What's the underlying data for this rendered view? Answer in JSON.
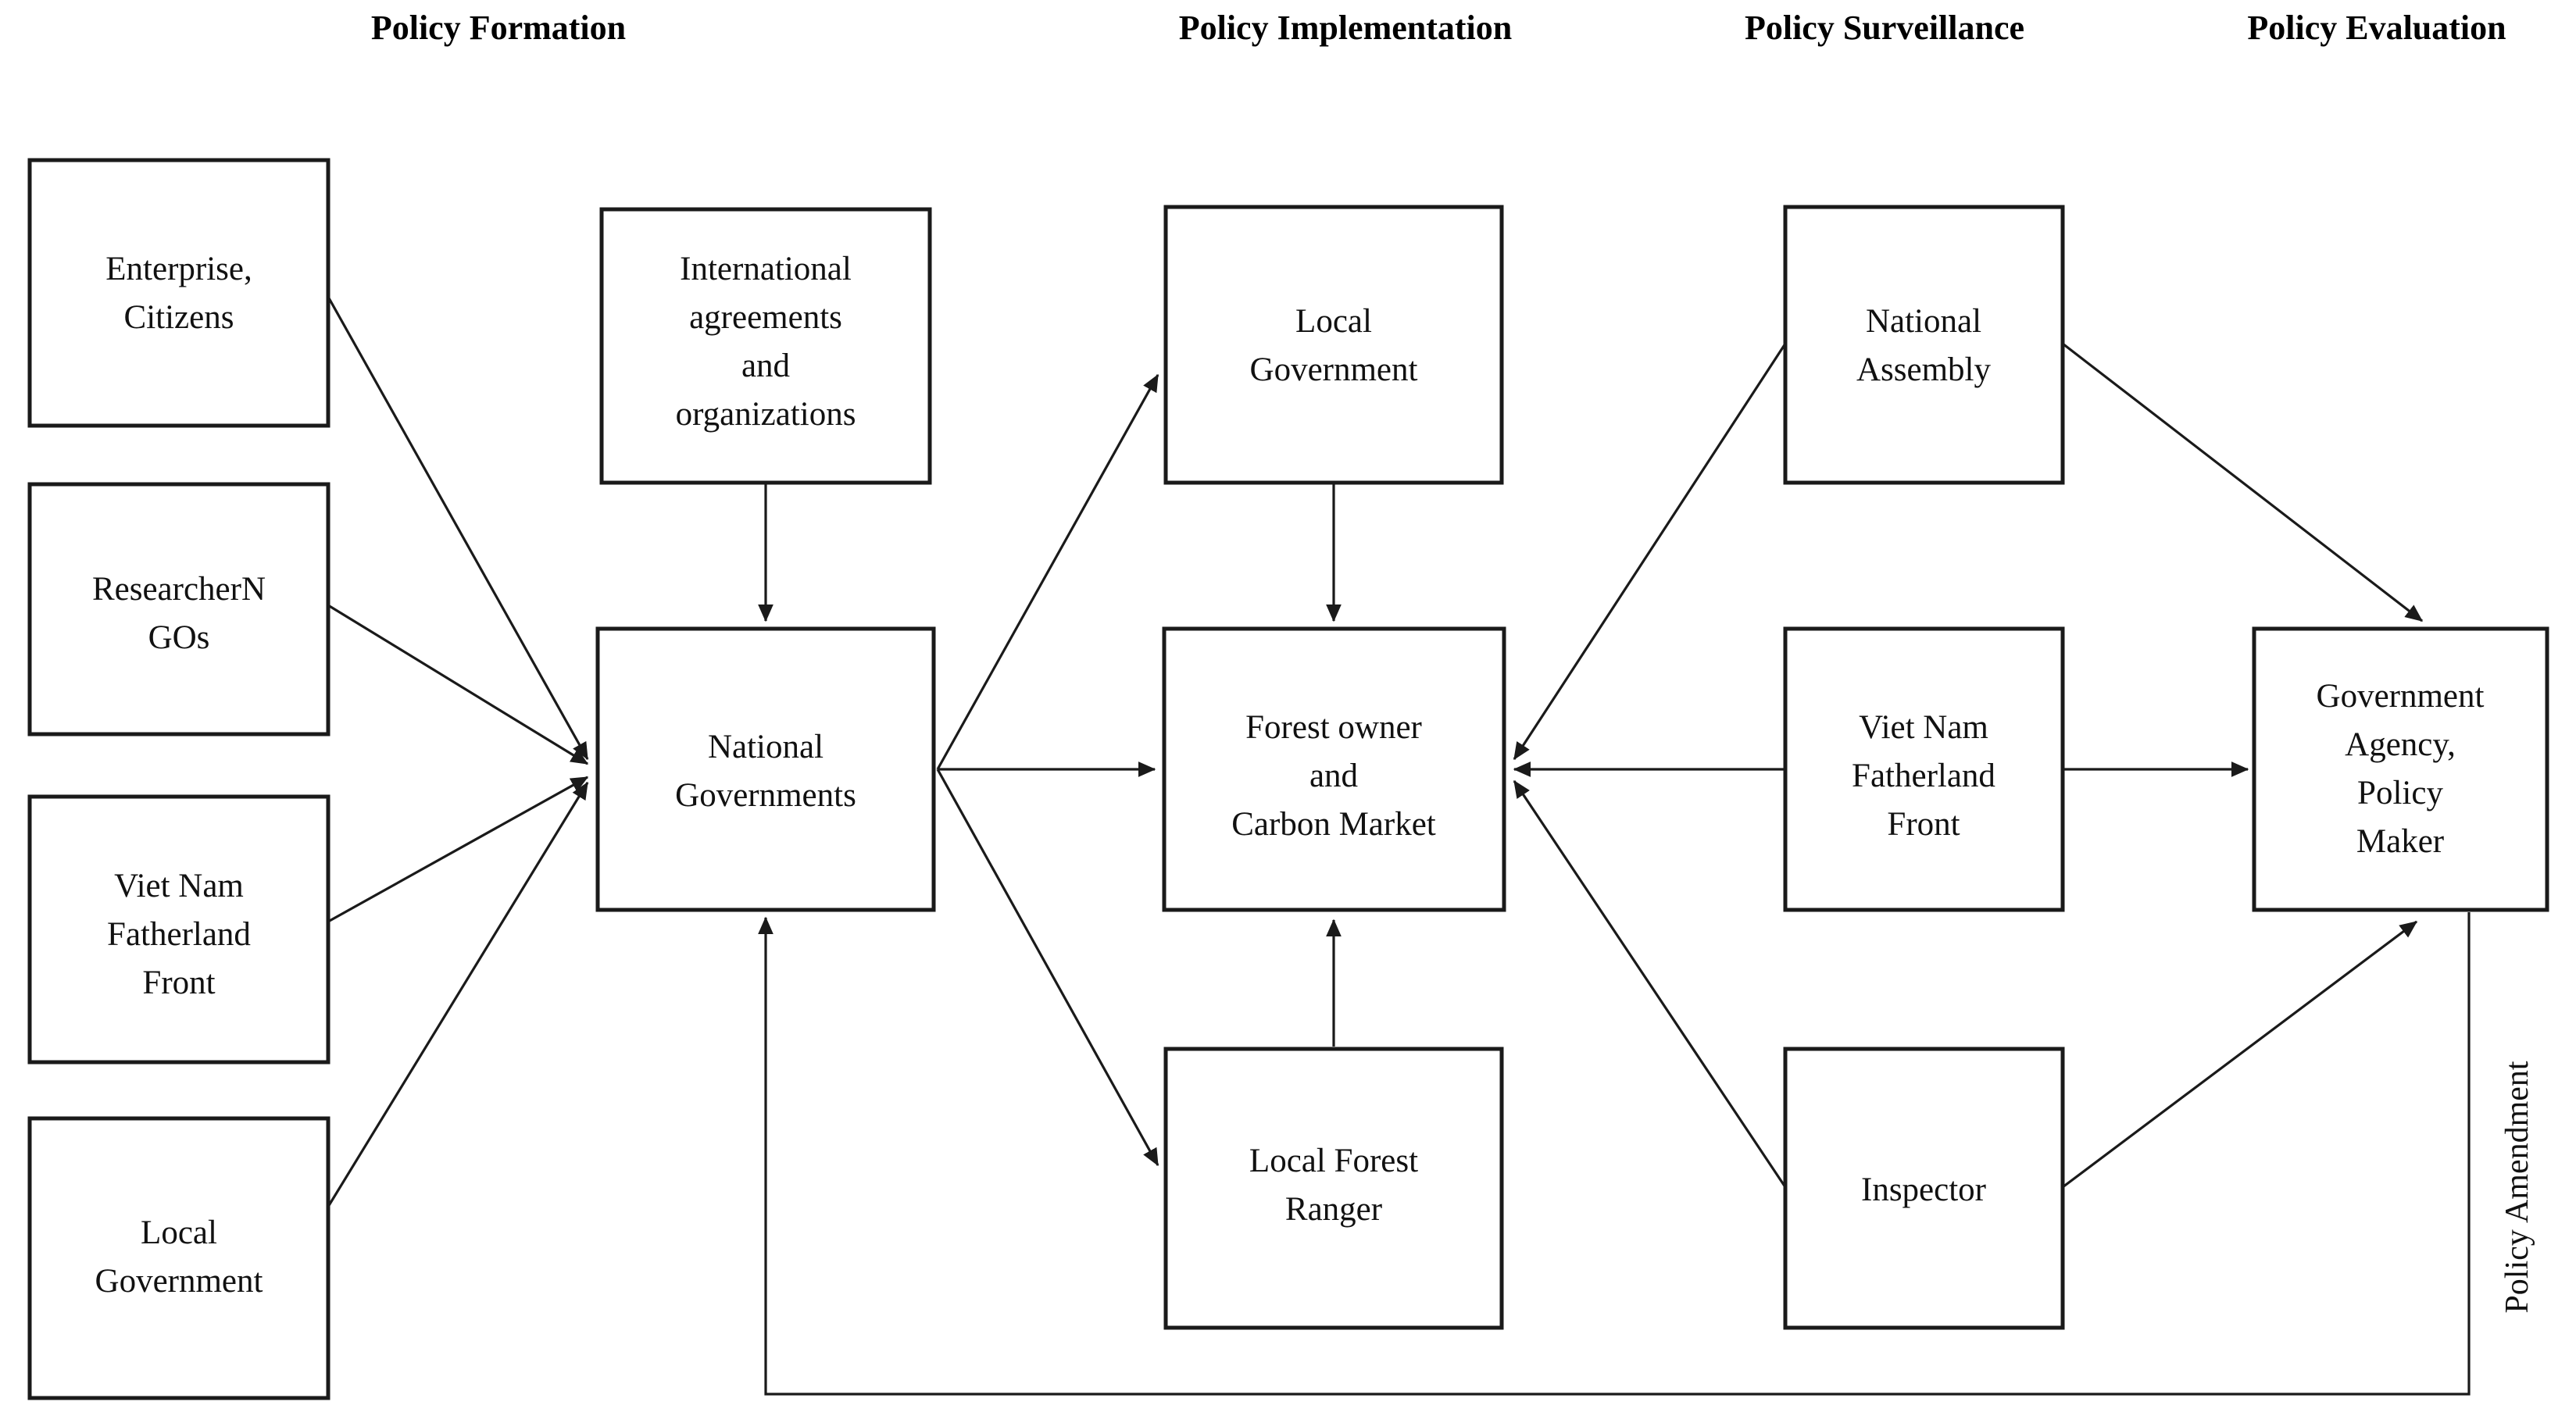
{
  "figure": {
    "type": "flow-diagram",
    "orientation": "left-to-right",
    "background_color": "#ffffff",
    "line_color": "#1a1a1a",
    "text_color": "#111111"
  },
  "columns": [
    {
      "id": "policy-formation",
      "label": "Policy Formation"
    },
    {
      "id": "policy-implementation",
      "label": "Policy Implementation"
    },
    {
      "id": "policy-surveillance",
      "label": "Policy Surveillance"
    },
    {
      "id": "policy-evaluation",
      "label": "Policy Evaluation"
    }
  ],
  "nodes": [
    {
      "id": "enterprise-citizens",
      "lines": [
        "Enterprise,",
        "Citizens"
      ]
    },
    {
      "id": "researcher-ngos",
      "lines": [
        "ResearcherN",
        "GOs"
      ]
    },
    {
      "id": "viet-nam-fatherland-front",
      "lines": [
        "Viet Nam",
        "Fatherland",
        "Front"
      ]
    },
    {
      "id": "local-government-left",
      "lines": [
        "Local",
        "Government"
      ]
    },
    {
      "id": "international-agreements",
      "lines": [
        "International",
        "agreements",
        "and",
        "organizations"
      ]
    },
    {
      "id": "national-governments",
      "lines": [
        "National",
        "Governments"
      ]
    },
    {
      "id": "local-government-impl",
      "lines": [
        "Local",
        "Government"
      ]
    },
    {
      "id": "forest-owner-carbon-market",
      "lines": [
        "Forest owner",
        "and",
        "Carbon Market"
      ]
    },
    {
      "id": "local-forest-ranger",
      "lines": [
        "Local Forest",
        "Ranger"
      ]
    },
    {
      "id": "national-assembly",
      "lines": [
        "National",
        "Assembly"
      ]
    },
    {
      "id": "vnff-surveillance",
      "lines": [
        "Viet Nam",
        "Fatherland",
        "Front"
      ]
    },
    {
      "id": "inspector",
      "lines": [
        "Inspector"
      ]
    },
    {
      "id": "government-agency",
      "lines": [
        "Government",
        "Agency,",
        "Policy",
        "Maker"
      ]
    }
  ],
  "edge_labels": {
    "policy_amendment": "Policy Amendment"
  },
  "edges": [
    {
      "from": "enterprise-citizens",
      "to": "national-governments",
      "arrow": true
    },
    {
      "from": "researcher-ngos",
      "to": "national-governments",
      "arrow": true
    },
    {
      "from": "viet-nam-fatherland-front",
      "to": "national-governments",
      "arrow": true
    },
    {
      "from": "local-government-left",
      "to": "national-governments",
      "arrow": true
    },
    {
      "from": "international-agreements",
      "to": "national-governments",
      "arrow": true
    },
    {
      "from": "national-governments",
      "to": "local-government-impl",
      "arrow": true
    },
    {
      "from": "national-governments",
      "to": "forest-owner-carbon-market",
      "arrow": true
    },
    {
      "from": "national-governments",
      "to": "local-forest-ranger",
      "arrow": true
    },
    {
      "from": "local-government-impl",
      "to": "forest-owner-carbon-market",
      "arrow": true
    },
    {
      "from": "local-forest-ranger",
      "to": "forest-owner-carbon-market",
      "arrow": true
    },
    {
      "from": "national-assembly",
      "to": "forest-owner-carbon-market",
      "arrow": true
    },
    {
      "from": "vnff-surveillance",
      "to": "forest-owner-carbon-market",
      "arrow": true
    },
    {
      "from": "inspector",
      "to": "forest-owner-carbon-market",
      "arrow": true
    },
    {
      "from": "national-assembly",
      "to": "government-agency",
      "arrow": true
    },
    {
      "from": "vnff-surveillance",
      "to": "government-agency",
      "arrow": true
    },
    {
      "from": "inspector",
      "to": "government-agency",
      "arrow": true
    },
    {
      "from": "government-agency",
      "to": "national-governments",
      "arrow": true,
      "label": "Policy Amendment"
    }
  ]
}
